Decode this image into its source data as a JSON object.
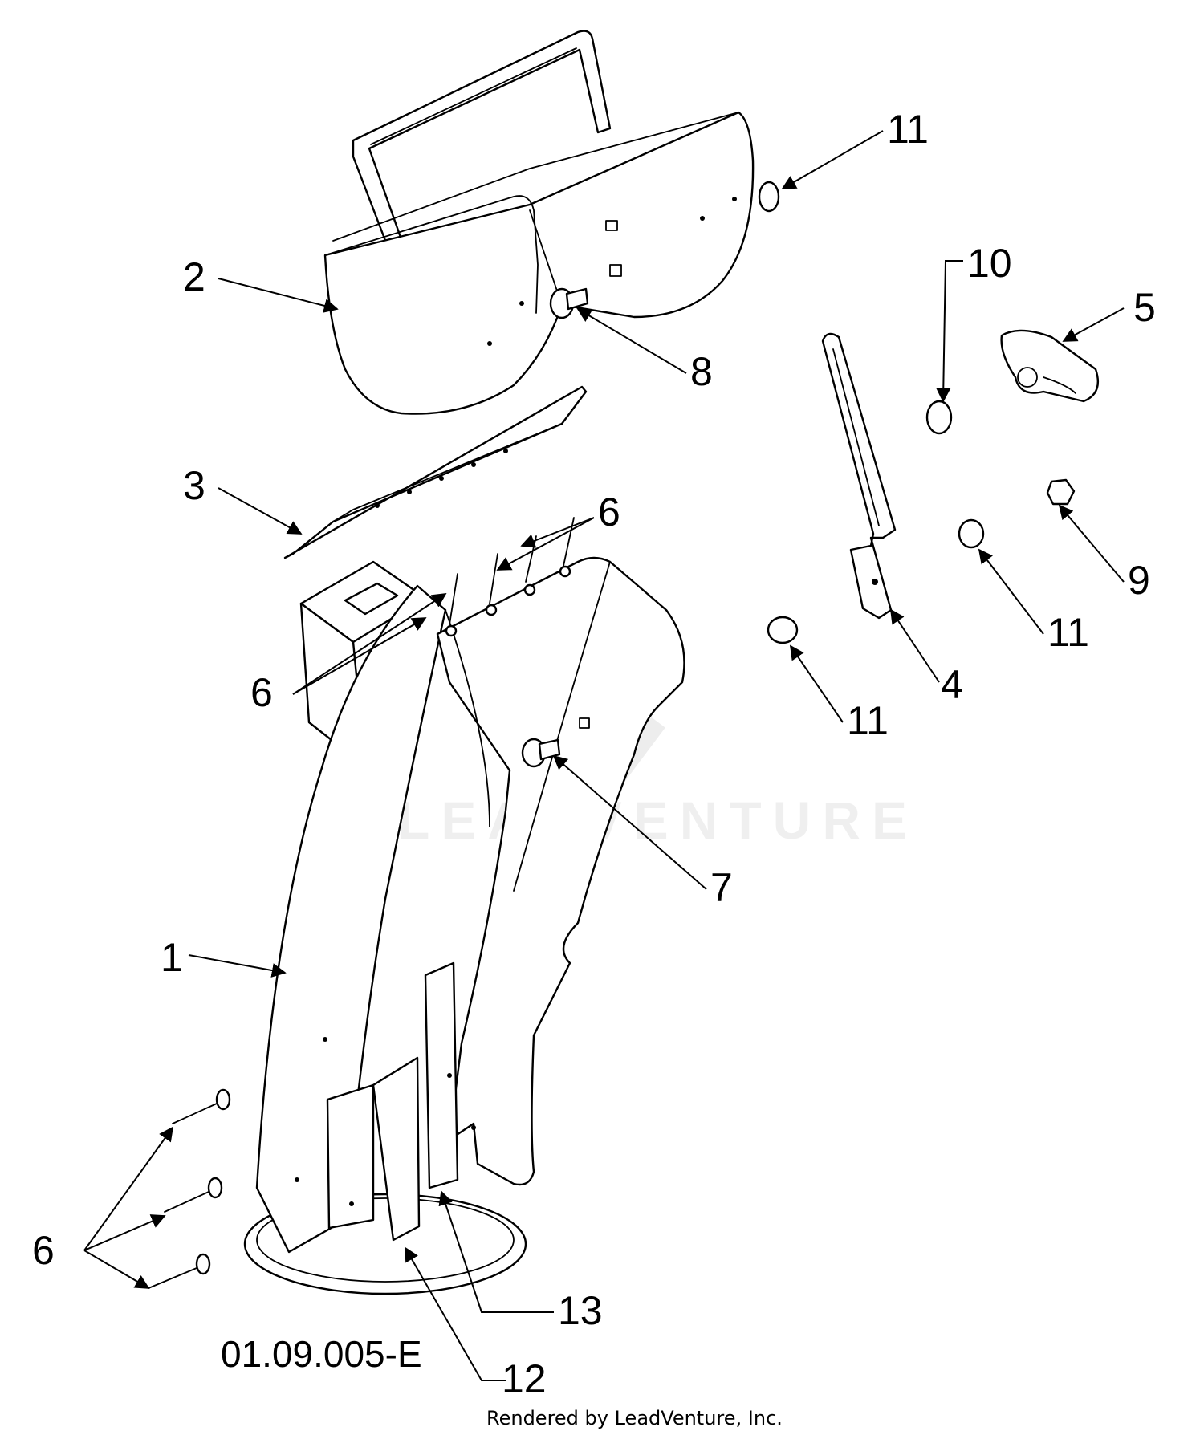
{
  "diagram": {
    "callouts": [
      "1",
      "2",
      "3",
      "4",
      "5",
      "6",
      "7",
      "8",
      "9",
      "10",
      "11",
      "12",
      "13"
    ],
    "drawing_code": "01.09.005-E",
    "credit": "Rendered by LeadVenture, Inc.",
    "watermark": "LEADVENTURE"
  }
}
